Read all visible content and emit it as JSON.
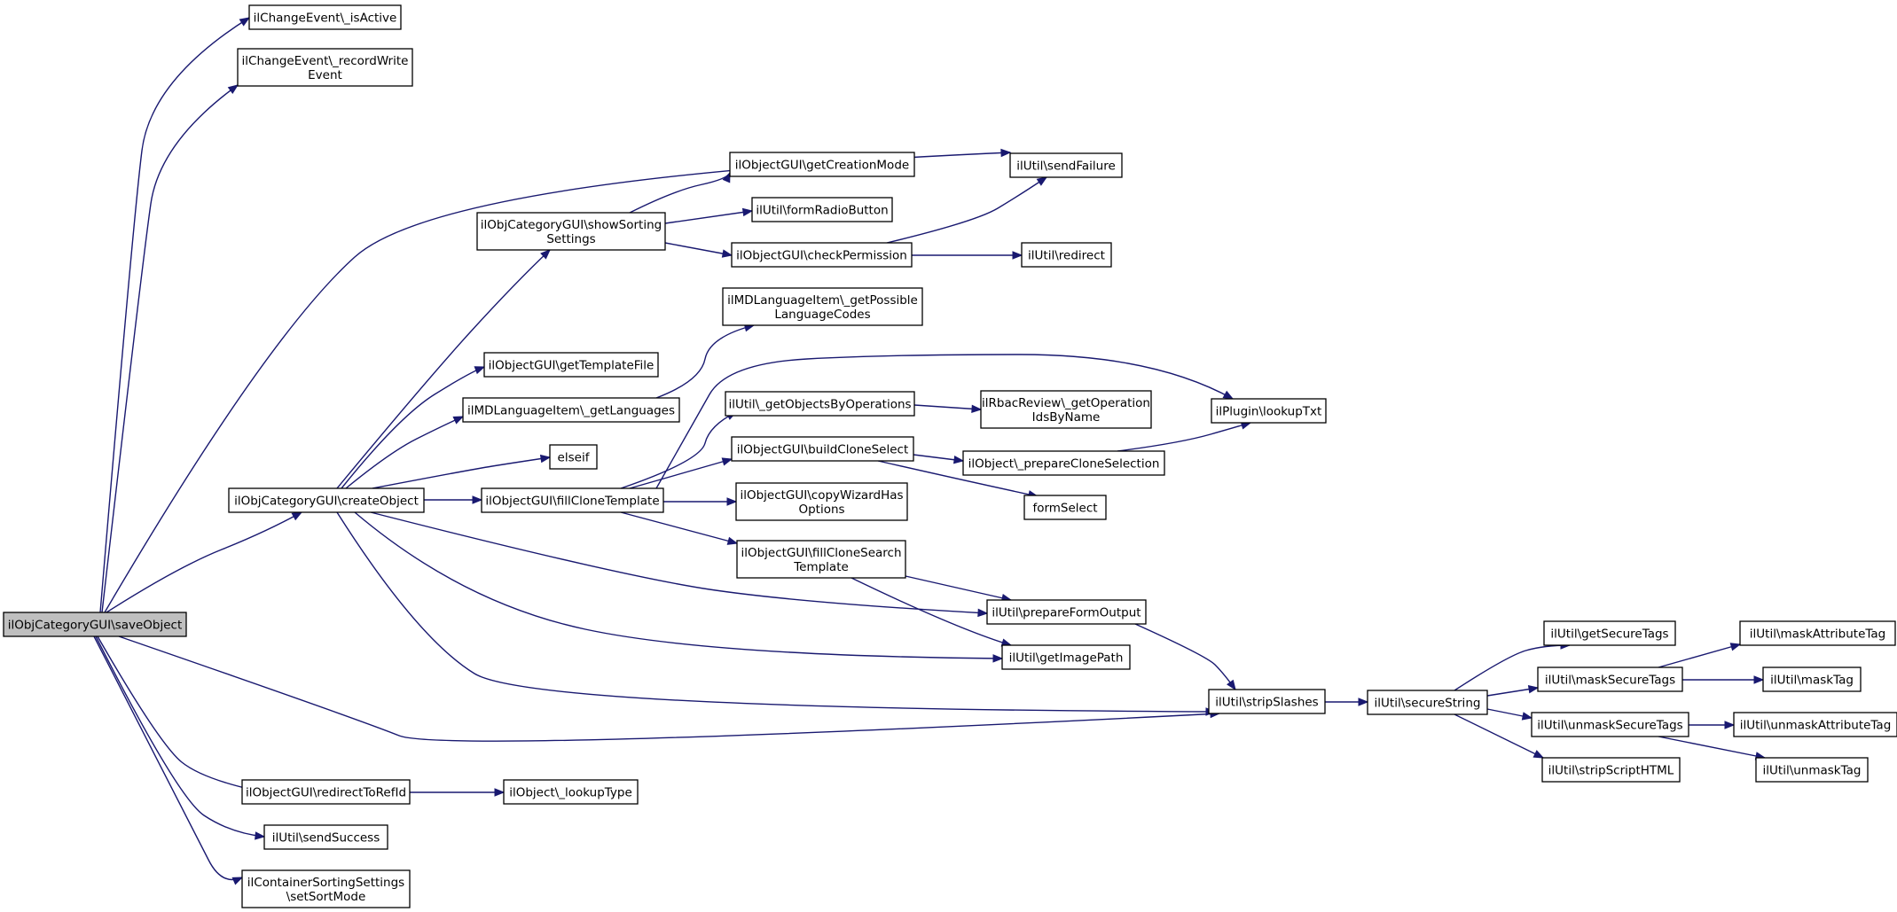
{
  "graph": {
    "title": "",
    "nodes": [
      {
        "id": "saveObject",
        "lines": [
          "ilObjCategoryGUI\\saveObject"
        ],
        "highlight": true,
        "url_node": true
      },
      {
        "id": "isActive",
        "lines": [
          "ilChangeEvent\\_isActive"
        ]
      },
      {
        "id": "recordWrite",
        "lines": [
          "ilChangeEvent\\_recordWrite",
          "Event"
        ]
      },
      {
        "id": "sendFailure",
        "lines": [
          "ilUtil\\sendFailure"
        ]
      },
      {
        "id": "getCreationMode",
        "lines": [
          "ilObjectGUI\\getCreationMode"
        ]
      },
      {
        "id": "showSorting",
        "lines": [
          "ilObjCategoryGUI\\showSorting",
          "Settings"
        ]
      },
      {
        "id": "formRadio",
        "lines": [
          "ilUtil\\formRadioButton"
        ]
      },
      {
        "id": "checkPermission",
        "lines": [
          "ilObjectGUI\\checkPermission"
        ]
      },
      {
        "id": "redirect",
        "lines": [
          "ilUtil\\redirect"
        ]
      },
      {
        "id": "possibleLang",
        "lines": [
          "ilMDLanguageItem\\_getPossible",
          "LanguageCodes"
        ]
      },
      {
        "id": "getTemplateFile",
        "lines": [
          "ilObjectGUI\\getTemplateFile"
        ]
      },
      {
        "id": "getLanguages",
        "lines": [
          "ilMDLanguageItem\\_getLanguages"
        ]
      },
      {
        "id": "getObjectsByOps",
        "lines": [
          "ilUtil\\_getObjectsByOperations"
        ]
      },
      {
        "id": "rbacReview",
        "lines": [
          "ilRbacReview\\_getOperation",
          "IdsByName"
        ]
      },
      {
        "id": "lookupTxt",
        "lines": [
          "ilPlugin\\lookupTxt"
        ]
      },
      {
        "id": "elseif",
        "lines": [
          "elseif"
        ]
      },
      {
        "id": "buildCloneSelect",
        "lines": [
          "ilObjectGUI\\buildCloneSelect"
        ]
      },
      {
        "id": "prepareClone",
        "lines": [
          "ilObject\\_prepareCloneSelection"
        ]
      },
      {
        "id": "createObject",
        "lines": [
          "ilObjCategoryGUI\\createObject"
        ]
      },
      {
        "id": "fillCloneTemplate",
        "lines": [
          "ilObjectGUI\\fillCloneTemplate"
        ]
      },
      {
        "id": "copyWizard",
        "lines": [
          "ilObjectGUI\\copyWizardHas",
          "Options"
        ]
      },
      {
        "id": "formSelect",
        "lines": [
          "formSelect"
        ]
      },
      {
        "id": "fillCloneSearch",
        "lines": [
          "ilObjectGUI\\fillCloneSearch",
          "Template"
        ]
      },
      {
        "id": "prepareFormOutput",
        "lines": [
          "ilUtil\\prepareFormOutput"
        ]
      },
      {
        "id": "getSecureTags",
        "lines": [
          "ilUtil\\getSecureTags"
        ]
      },
      {
        "id": "maskAttributeTag",
        "lines": [
          "ilUtil\\maskAttributeTag"
        ]
      },
      {
        "id": "getImagePath",
        "lines": [
          "ilUtil\\getImagePath"
        ]
      },
      {
        "id": "maskSecureTags",
        "lines": [
          "ilUtil\\maskSecureTags"
        ]
      },
      {
        "id": "maskTag",
        "lines": [
          "ilUtil\\maskTag"
        ]
      },
      {
        "id": "stripSlashes",
        "lines": [
          "ilUtil\\stripSlashes"
        ]
      },
      {
        "id": "secureString",
        "lines": [
          "ilUtil\\secureString"
        ]
      },
      {
        "id": "unmaskSecureTags",
        "lines": [
          "ilUtil\\unmaskSecureTags"
        ]
      },
      {
        "id": "unmaskAttributeTag",
        "lines": [
          "ilUtil\\unmaskAttributeTag"
        ]
      },
      {
        "id": "unmaskTag",
        "lines": [
          "ilUtil\\unmaskTag"
        ]
      },
      {
        "id": "stripScriptHTML",
        "lines": [
          "ilUtil\\stripScriptHTML"
        ]
      },
      {
        "id": "redirectToRefId",
        "lines": [
          "ilObjectGUI\\redirectToRefId"
        ]
      },
      {
        "id": "lookupType",
        "lines": [
          "ilObject\\_lookupType"
        ]
      },
      {
        "id": "sendSuccess",
        "lines": [
          "ilUtil\\sendSuccess"
        ]
      },
      {
        "id": "setSortMode",
        "lines": [
          "ilContainerSortingSettings",
          "\\setSortMode"
        ]
      }
    ],
    "edges": [
      [
        "saveObject",
        "isActive"
      ],
      [
        "saveObject",
        "recordWrite"
      ],
      [
        "saveObject",
        "sendFailure"
      ],
      [
        "saveObject",
        "createObject"
      ],
      [
        "saveObject",
        "stripSlashes"
      ],
      [
        "saveObject",
        "redirectToRefId"
      ],
      [
        "saveObject",
        "sendSuccess"
      ],
      [
        "saveObject",
        "setSortMode"
      ],
      [
        "createObject",
        "showSorting"
      ],
      [
        "createObject",
        "getTemplateFile"
      ],
      [
        "createObject",
        "getLanguages"
      ],
      [
        "createObject",
        "elseif"
      ],
      [
        "createObject",
        "fillCloneTemplate"
      ],
      [
        "createObject",
        "prepareFormOutput"
      ],
      [
        "createObject",
        "getImagePath"
      ],
      [
        "createObject",
        "stripSlashes"
      ],
      [
        "showSorting",
        "getCreationMode"
      ],
      [
        "showSorting",
        "formRadio"
      ],
      [
        "showSorting",
        "checkPermission"
      ],
      [
        "checkPermission",
        "sendFailure"
      ],
      [
        "checkPermission",
        "redirect"
      ],
      [
        "getLanguages",
        "possibleLang"
      ],
      [
        "fillCloneTemplate",
        "getObjectsByOps"
      ],
      [
        "fillCloneTemplate",
        "lookupTxt"
      ],
      [
        "fillCloneTemplate",
        "buildCloneSelect"
      ],
      [
        "fillCloneTemplate",
        "copyWizard"
      ],
      [
        "fillCloneTemplate",
        "fillCloneSearch"
      ],
      [
        "getObjectsByOps",
        "rbacReview"
      ],
      [
        "buildCloneSelect",
        "prepareClone"
      ],
      [
        "buildCloneSelect",
        "formSelect"
      ],
      [
        "prepareClone",
        "lookupTxt"
      ],
      [
        "fillCloneSearch",
        "prepareFormOutput"
      ],
      [
        "fillCloneSearch",
        "getImagePath"
      ],
      [
        "prepareFormOutput",
        "stripSlashes"
      ],
      [
        "stripSlashes",
        "secureString"
      ],
      [
        "secureString",
        "getSecureTags"
      ],
      [
        "secureString",
        "maskSecureTags"
      ],
      [
        "secureString",
        "unmaskSecureTags"
      ],
      [
        "secureString",
        "stripScriptHTML"
      ],
      [
        "maskSecureTags",
        "maskAttributeTag"
      ],
      [
        "maskSecureTags",
        "maskTag"
      ],
      [
        "unmaskSecureTags",
        "unmaskAttributeTag"
      ],
      [
        "unmaskSecureTags",
        "unmaskTag"
      ],
      [
        "redirectToRefId",
        "lookupType"
      ]
    ]
  }
}
